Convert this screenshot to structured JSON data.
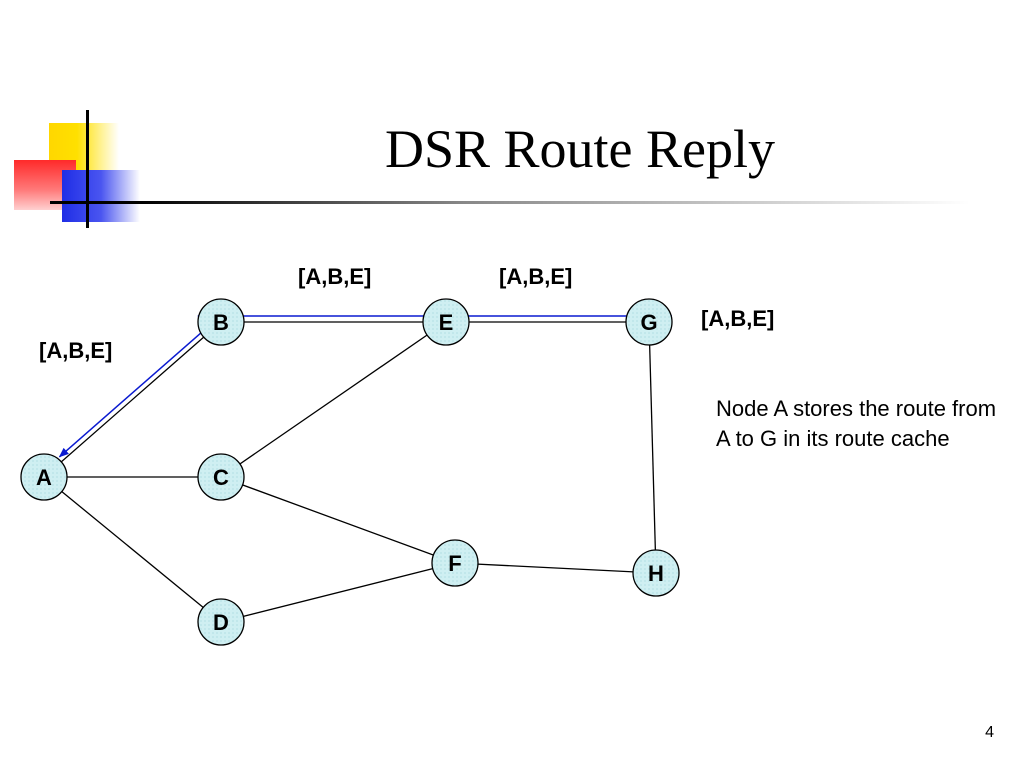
{
  "title": "DSR Route Reply",
  "nodes": [
    {
      "id": "A",
      "label": "A"
    },
    {
      "id": "B",
      "label": "B"
    },
    {
      "id": "C",
      "label": "C"
    },
    {
      "id": "D",
      "label": "D"
    },
    {
      "id": "E",
      "label": "E"
    },
    {
      "id": "F",
      "label": "F"
    },
    {
      "id": "G",
      "label": "G"
    },
    {
      "id": "H",
      "label": "H"
    }
  ],
  "edges": [
    {
      "from": "A",
      "to": "B"
    },
    {
      "from": "A",
      "to": "C"
    },
    {
      "from": "A",
      "to": "D"
    },
    {
      "from": "B",
      "to": "E"
    },
    {
      "from": "E",
      "to": "G"
    },
    {
      "from": "E",
      "to": "C"
    },
    {
      "from": "C",
      "to": "F"
    },
    {
      "from": "D",
      "to": "F"
    },
    {
      "from": "F",
      "to": "H"
    },
    {
      "from": "G",
      "to": "H"
    }
  ],
  "reply_arrows": [
    {
      "from": "G",
      "to": "E"
    },
    {
      "from": "E",
      "to": "B"
    },
    {
      "from": "B",
      "to": "A"
    }
  ],
  "path_labels": [
    "[A,B,E]",
    "[A,B,E]",
    "[A,B,E]",
    "[A,B,E]"
  ],
  "note": "Node A stores the route from A to G in its route cache",
  "page_number": "4",
  "colors": {
    "node_fill": "#cfeff2",
    "arrow": "#0a1ad0",
    "edge": "#000000"
  }
}
